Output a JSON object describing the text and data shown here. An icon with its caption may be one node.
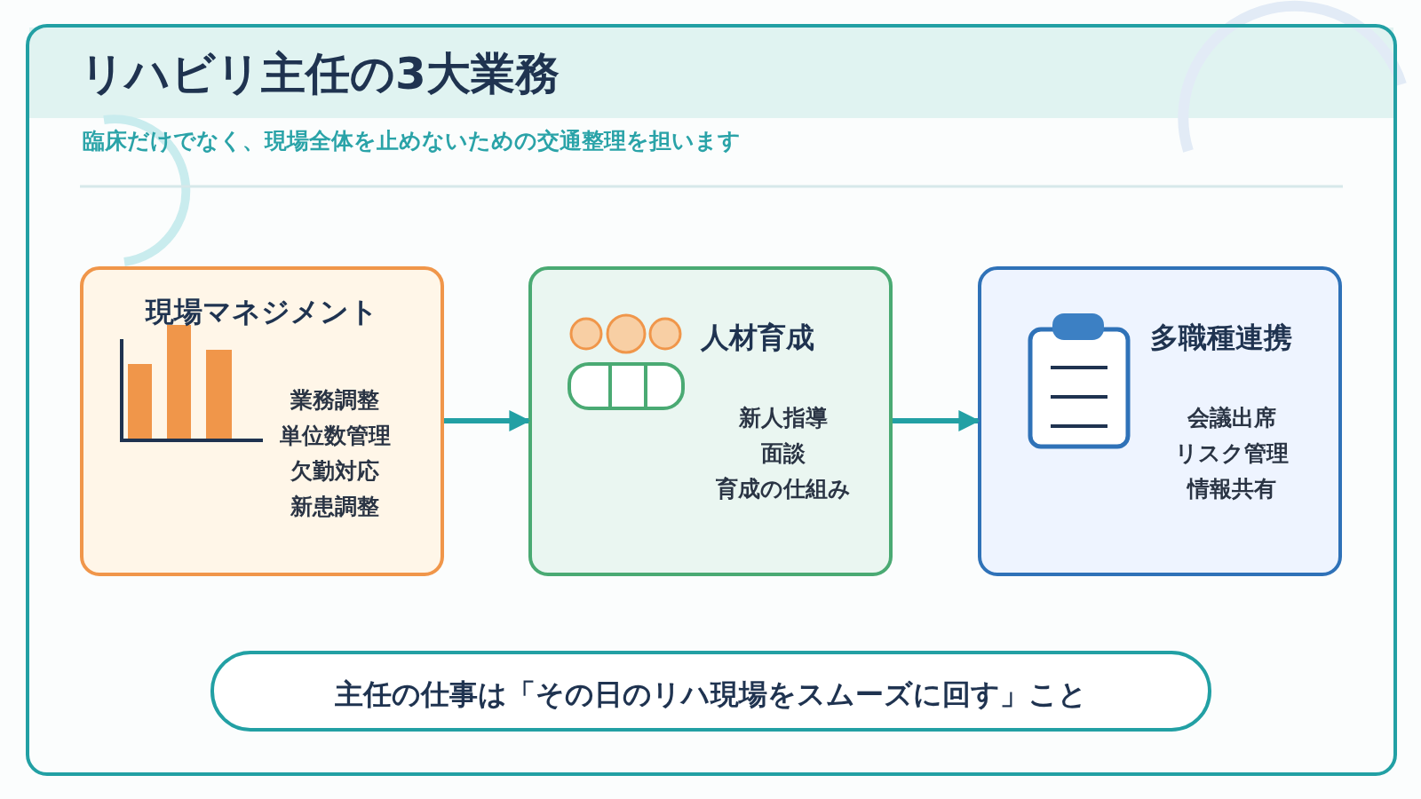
{
  "diagram": {
    "title": "リハビリ主任の3大業務",
    "nodes": [
      {
        "text": [
          "現場マネジメント",
          "業務調整",
          "単位数管理",
          "欠勤対応",
          "新患調整"
        ]
      },
      {
        "text": [
          "人材育成",
          "新人指導",
          "面談",
          "育成の仕組み"
        ]
      },
      {
        "text": [
          "多職種連携",
          "会議出席",
          "リスク管理",
          "情報共有"
        ]
      },
      {
        "text": [
          "主任の仕事は「その日のリハ現場をスムーズに回す」こと"
        ]
      }
    ],
    "edges": [
      {
        "from": 0,
        "to": 1,
        "arrow": "to"
      },
      {
        "from": 1,
        "to": 2,
        "arrow": "to"
      }
    ],
    "labels": [
      "臨床だけでなく、現場全体を止めないための交通整理を担います"
    ]
  }
}
